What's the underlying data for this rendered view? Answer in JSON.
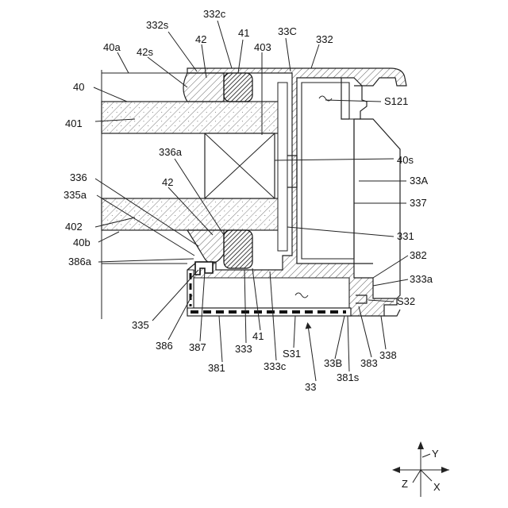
{
  "labels": {
    "l40": "40",
    "l40a": "40a",
    "l401": "401",
    "l336": "336",
    "l335a": "335a",
    "l402": "402",
    "l40b": "40b",
    "l386a": "386a",
    "l332s": "332s",
    "l332c": "332c",
    "l42t": "42",
    "l42s": "42s",
    "l41t": "41",
    "l33C": "33C",
    "l332": "332",
    "l403": "403",
    "lS121": "S121",
    "l336a": "336a",
    "l42b": "42",
    "l40s": "40s",
    "l33A": "33A",
    "l337": "337",
    "l331": "331",
    "l382": "382",
    "l333a": "333a",
    "lS32": "S32",
    "l335": "335",
    "l386": "386",
    "l387": "387",
    "l333": "333",
    "l41b": "41",
    "l381": "381",
    "l333c": "333c",
    "lS31": "S31",
    "l33B": "33B",
    "l381s": "381s",
    "l383": "383",
    "l338": "338",
    "l33": "33"
  },
  "axes": {
    "y": "Y",
    "z": "Z",
    "x": "X"
  }
}
